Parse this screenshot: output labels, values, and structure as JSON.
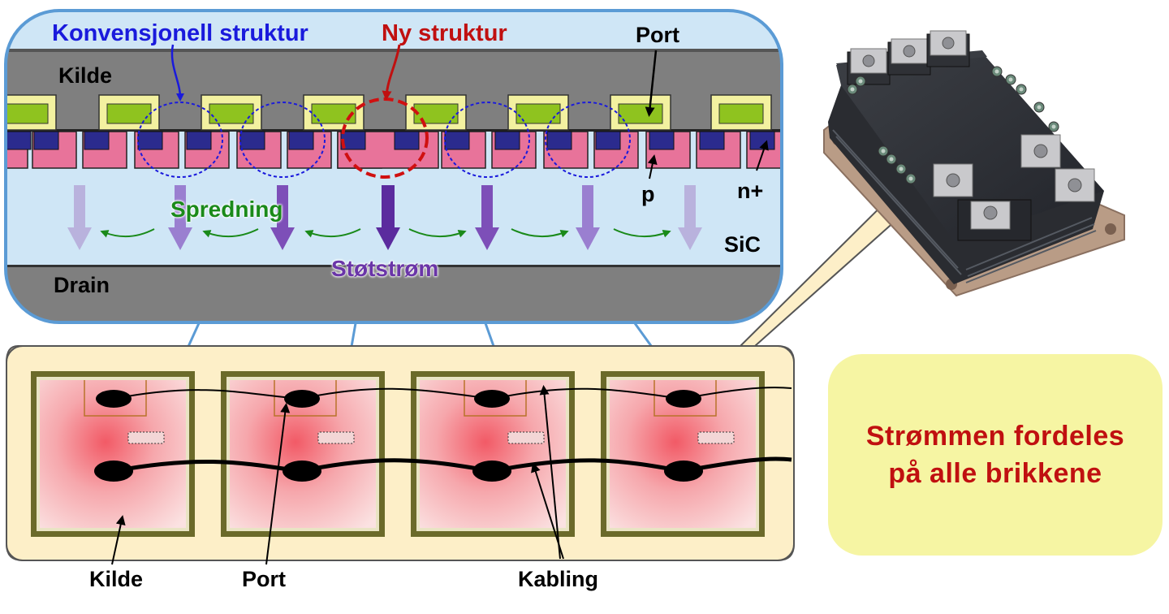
{
  "cross_section": {
    "conventional_label": "Konvensjonell struktur",
    "new_label": "Ny struktur",
    "gate_label": "Port",
    "source_label": "Kilde",
    "drain_label": "Drain",
    "p_label": "p",
    "n_label": "n+",
    "spreading_label": "Spredning",
    "surge_label": "Støtstrøm",
    "sic_label": "SiC"
  },
  "chip_layout": {
    "source_label": "Kilde",
    "gate_label": "Port",
    "wiring_label": "Kabling"
  },
  "note": {
    "line1": "Strømmen fordeles",
    "line2": "på alle brikkene"
  },
  "colors": {
    "conventional": "#1a1adc",
    "new_structure": "#c01010",
    "spreading": "#1a8a1a",
    "surge": "#6a35a8",
    "callout_border": "#5b9bd5",
    "sic": "#cfe6f6",
    "note_bg": "#f6f5a3"
  }
}
